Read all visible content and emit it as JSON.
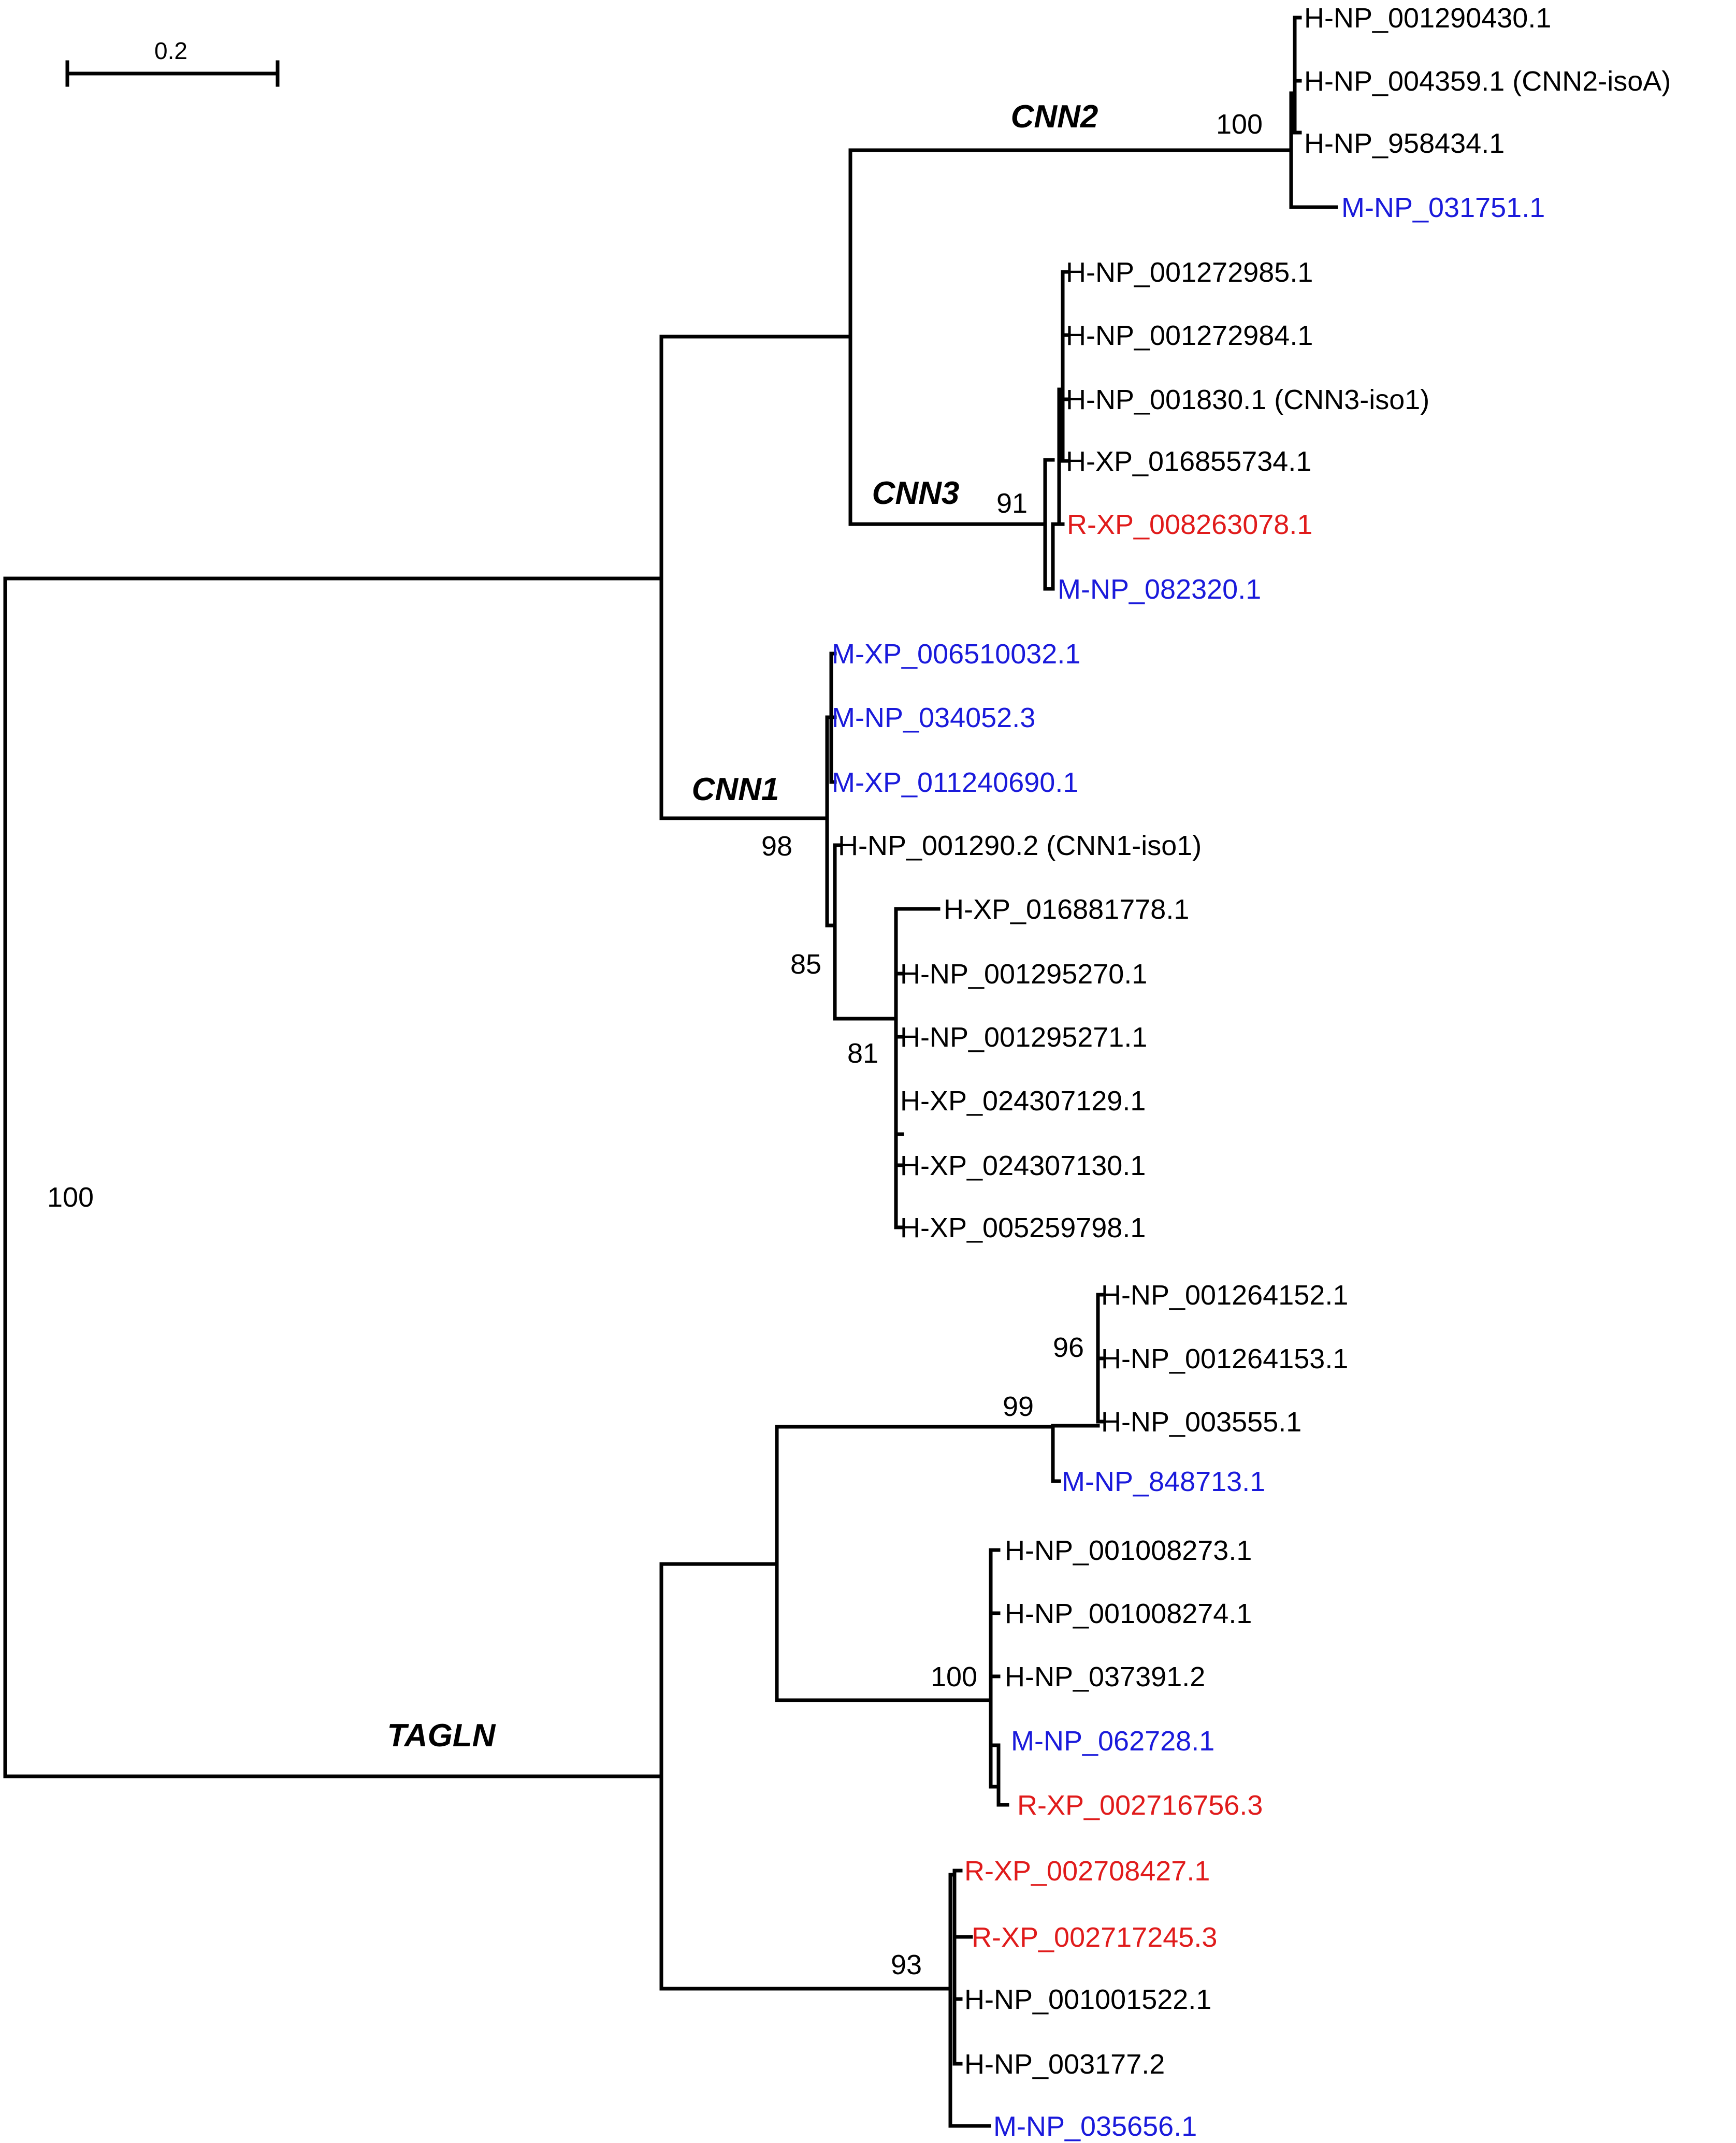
{
  "colors": {
    "human": "#000000",
    "mouse": "#1a1adb",
    "rat": "#e01b1b"
  },
  "scale": {
    "label": "0.2"
  },
  "clades": {
    "cnn2": "CNN2",
    "cnn3": "CNN3",
    "cnn1": "CNN1",
    "tagln": "TAGLN"
  },
  "bootstrap": {
    "root": "100",
    "cnn2": "100",
    "cnn3": "91",
    "cnn1": "98",
    "cnn1_sub": "85",
    "cnn1_sub2": "81",
    "tagln_a": "99",
    "tagln_a_sub": "96",
    "tagln_b": "100",
    "tagln_c": "93"
  },
  "leaves": [
    {
      "label": "H-NP_001290430.1",
      "species": "human"
    },
    {
      "label": "H-NP_004359.1 (CNN2-isoA)",
      "species": "human"
    },
    {
      "label": "H-NP_958434.1",
      "species": "human"
    },
    {
      "label": "M-NP_031751.1",
      "species": "mouse"
    },
    {
      "label": "H-NP_001272985.1",
      "species": "human"
    },
    {
      "label": "H-NP_001272984.1",
      "species": "human"
    },
    {
      "label": "H-NP_001830.1 (CNN3-iso1)",
      "species": "human"
    },
    {
      "label": "H-XP_016855734.1",
      "species": "human"
    },
    {
      "label": "R-XP_008263078.1",
      "species": "rat"
    },
    {
      "label": "M-NP_082320.1",
      "species": "mouse"
    },
    {
      "label": "M-XP_006510032.1",
      "species": "mouse"
    },
    {
      "label": "M-NP_034052.3",
      "species": "mouse"
    },
    {
      "label": "M-XP_011240690.1",
      "species": "mouse"
    },
    {
      "label": "H-NP_001290.2 (CNN1-iso1)",
      "species": "human"
    },
    {
      "label": "H-XP_016881778.1",
      "species": "human"
    },
    {
      "label": "H-NP_001295270.1",
      "species": "human"
    },
    {
      "label": "H-NP_001295271.1",
      "species": "human"
    },
    {
      "label": "H-XP_024307129.1",
      "species": "human"
    },
    {
      "label": "H-XP_024307130.1",
      "species": "human"
    },
    {
      "label": "H-XP_005259798.1",
      "species": "human"
    },
    {
      "label": "H-NP_001264152.1",
      "species": "human"
    },
    {
      "label": "H-NP_001264153.1",
      "species": "human"
    },
    {
      "label": "H-NP_003555.1",
      "species": "human"
    },
    {
      "label": "M-NP_848713.1",
      "species": "mouse"
    },
    {
      "label": "H-NP_001008273.1",
      "species": "human"
    },
    {
      "label": "H-NP_001008274.1",
      "species": "human"
    },
    {
      "label": "H-NP_037391.2",
      "species": "human"
    },
    {
      "label": "M-NP_062728.1",
      "species": "mouse"
    },
    {
      "label": "R-XP_002716756.3",
      "species": "rat"
    },
    {
      "label": "R-XP_002708427.1",
      "species": "rat"
    },
    {
      "label": "R-XP_002717245.3",
      "species": "rat"
    },
    {
      "label": "H-NP_001001522.1",
      "species": "human"
    },
    {
      "label": "H-NP_003177.2",
      "species": "human"
    },
    {
      "label": "M-NP_035656.1",
      "species": "mouse"
    }
  ]
}
